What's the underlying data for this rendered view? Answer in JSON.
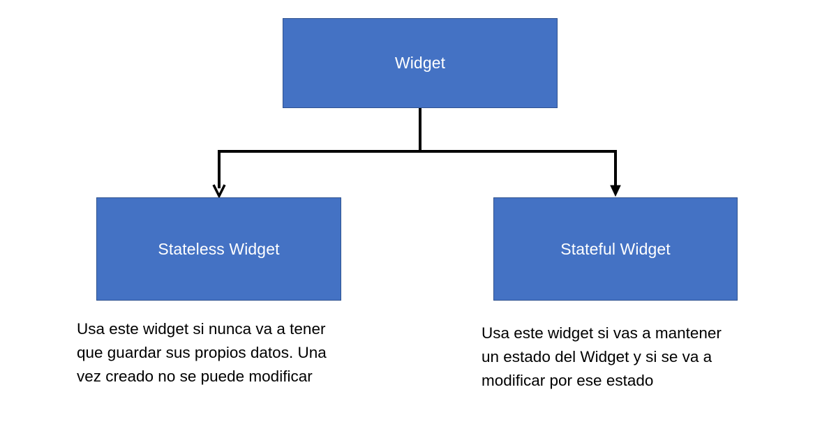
{
  "diagram": {
    "root": {
      "label": "Widget"
    },
    "children": [
      {
        "label": "Stateless Widget",
        "description_lines": [
          "Usa este widget si nunca va a tener",
          "que guardar sus propios datos. Una",
          "vez creado no se puede modificar"
        ]
      },
      {
        "label": "Stateful Widget",
        "description_lines": [
          "Usa este widget si vas a mantener",
          "un estado del Widget y si se va a",
          "modificar por ese estado"
        ]
      }
    ]
  },
  "colors": {
    "box_fill": "#4472C4",
    "box_border": "#2F528F",
    "box_text": "#FFFFFF",
    "connector": "#000000"
  }
}
